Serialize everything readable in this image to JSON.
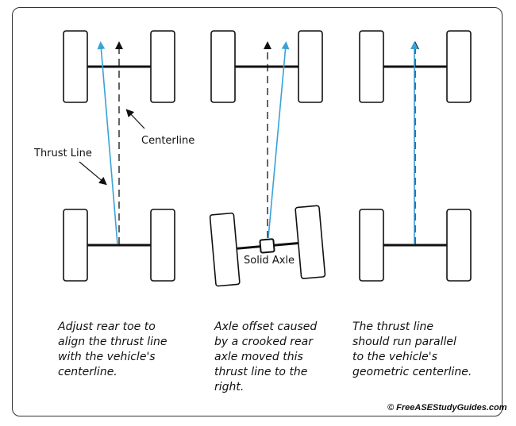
{
  "labels": {
    "thrust_line": "Thrust Line",
    "centerline": "Centerline",
    "solid_axle": "Solid Axle"
  },
  "captions": [
    "Adjust rear toe to\nalign the thrust line\nwith the vehicle's\ncenterline.",
    "Axle offset caused\nby a crooked rear\naxle moved this\nthrust line to the\nright.",
    "The thrust line\nshould run parallel\nto the vehicle's\ngeometric centerline."
  ],
  "copyright": "© FreeASEStudyGuides.com",
  "colors": {
    "thrust_line": "#3aa2d6",
    "outline": "#111111"
  }
}
